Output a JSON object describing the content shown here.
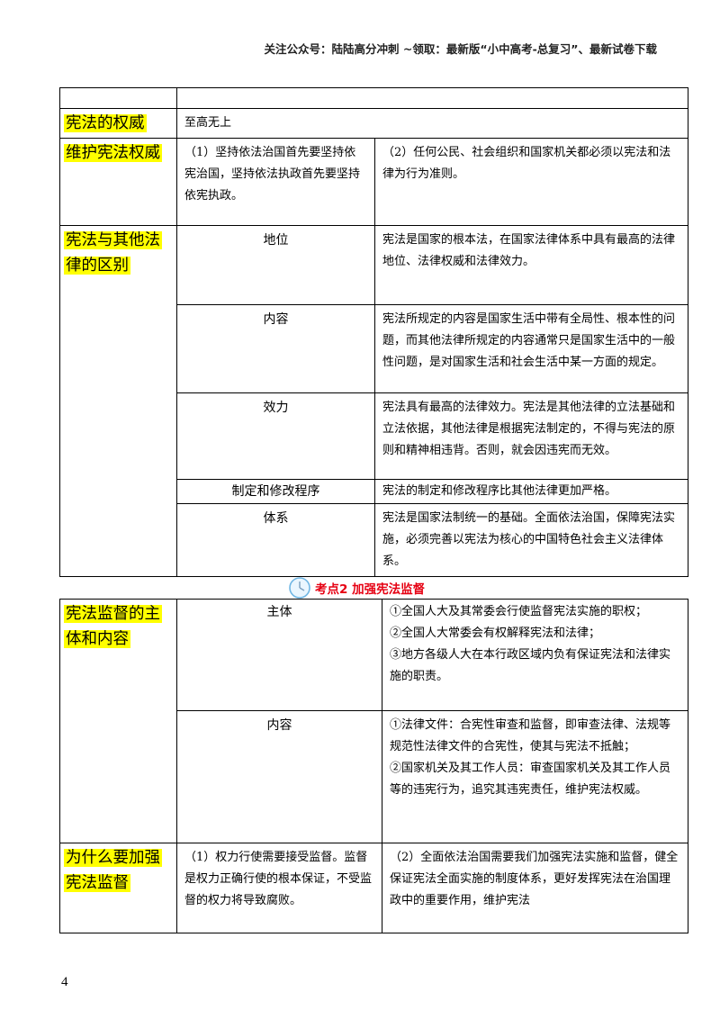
{
  "header": {
    "text": "关注公众号：陆陆高分冲刺  ~领取：最新版“小中高考-总复习”、最新试卷下载"
  },
  "table1": {
    "authority": {
      "label": "宪法的权威",
      "value": "至高无上"
    },
    "maintain": {
      "label": "维护宪法权威",
      "point1": "（1）坚持依法治国首先要坚持依宪治国，坚持依法执政首先要坚持依宪执政。",
      "point2": "（2）任何公民、社会组织和国家机关都必须以宪法和法律为行为准则。"
    },
    "difference": {
      "label": "宪法与其他法律的区别",
      "rows": [
        {
          "aspect": "地位",
          "desc": "宪法是国家的根本法，在国家法律体系中具有最高的法律地位、法律权威和法律效力。"
        },
        {
          "aspect": "内容",
          "desc": "宪法所规定的内容是国家生活中带有全局性、根本性的问题，而其他法律所规定的内容通常只是国家生活中的一般性问题，是对国家生活和社会生活中某一方面的规定。"
        },
        {
          "aspect": "效力",
          "desc": "宪法具有最高的法律效力。宪法是其他法律的立法基础和立法依据，其他法律是根据宪法制定的，不得与宪法的原则和精神相违背。否则，就会因违宪而无效。"
        },
        {
          "aspect": "制定和修改程序",
          "desc": "宪法的制定和修改程序比其他法律更加严格。"
        },
        {
          "aspect": "体系",
          "desc": "宪法是国家法制统一的基础。全面依法治国，保障宪法实施，必须完善以宪法为核心的中国特色社会主义法律体系。"
        }
      ]
    }
  },
  "section": {
    "title": "考点2  加强宪法监督",
    "icon": "clock-icon"
  },
  "table2": {
    "supervision": {
      "label": "宪法监督的主体和内容",
      "subject": {
        "aspect": "主体",
        "lines": [
          "①全国人大及其常委会行使监督宪法实施的职权；",
          "②全国人大常委会有权解释宪法和法律；",
          "③地方各级人大在本行政区域内负有保证宪法和法律实施的职责。"
        ]
      },
      "content": {
        "aspect": "内容",
        "lines": [
          "①法律文件：合宪性审查和监督，即审查法律、法规等规范性法律文件的合宪性，使其与宪法不抵触；",
          "②国家机关及其工作人员：审查国家机关及其工作人员等的违宪行为，追究其违宪责任，维护宪法权威。"
        ]
      }
    },
    "why": {
      "label": "为什么要加强宪法监督",
      "point1": "（1）权力行使需要接受监督。监督是权力正确行使的根本保证，不受监督的权力将导致腐败。",
      "point2": "（2）全面依法治国需要我们加强宪法实施和监督，健全保证宪法全面实施的制度体系，更好发挥宪法在治国理政中的重要作用，维护宪法"
    }
  },
  "footer": {
    "page_number": "4"
  }
}
